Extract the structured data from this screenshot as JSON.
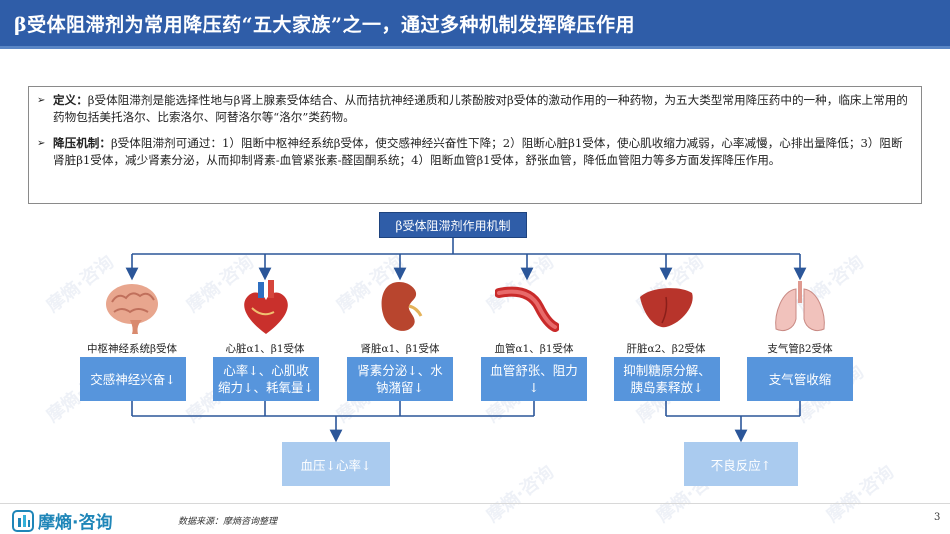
{
  "header": {
    "title": "β受体阻滞剂为常用降压药“五大家族”之一，通过多种机制发挥降压作用"
  },
  "definition": {
    "items": [
      {
        "label": "定义：",
        "text": "β受体阻滞剂是能选择性地与β肾上腺素受体结合、从而拮抗神经递质和儿茶酚胺对β受体的激动作用的一种药物，为五大类型常用降压药中的一种，临床上常用的药物包括美托洛尔、比索洛尔、阿替洛尔等“洛尔”类药物。"
      },
      {
        "label": "降压机制：",
        "text": "β受体阻滞剂可通过：1）阻断中枢神经系统β受体，使交感神经兴奋性下降；2）阻断心脏β1受体，使心肌收缩力减弱，心率减慢，心排出量降低；3）阻断肾脏β1受体，减少肾素分泌，从而抑制肾素-血管紧张素-醛固酮系统；4）阻断血管β1受体，舒张血管，降低血管阻力等多方面发挥降压作用。"
      }
    ]
  },
  "diagram": {
    "title": "β受体阻滞剂作用机制",
    "columns": [
      {
        "receptor": "中枢神经系统β受体",
        "organ_icon": "brain-icon",
        "effect": [
          "交感神经兴奋↓"
        ]
      },
      {
        "receptor": "心脏α1、β1受体",
        "organ_icon": "heart-icon",
        "effect": [
          "心率↓、心肌收",
          "缩力↓、耗氧量↓"
        ]
      },
      {
        "receptor": "肾脏α1、β1受体",
        "organ_icon": "kidney-icon",
        "effect": [
          "肾素分泌↓、水",
          "钠潴留↓"
        ]
      },
      {
        "receptor": "血管α1、β1受体",
        "organ_icon": "blood-vessel-icon",
        "effect": [
          "血管舒张、阻力",
          "↓"
        ]
      },
      {
        "receptor": "肝脏α2、β2受体",
        "organ_icon": "liver-icon",
        "effect": [
          "抑制糖原分解、",
          "胰岛素释放↓"
        ]
      },
      {
        "receptor": "支气管β2受体",
        "organ_icon": "lungs-icon",
        "effect": [
          "支气管收缩"
        ]
      }
    ],
    "results": {
      "left": "血压↓心率↓",
      "right": "不良反应↑"
    }
  },
  "footer": {
    "logo_text": "摩熵·咨询",
    "source": "数据来源：摩熵咨询整理",
    "page": "3"
  },
  "watermark": "摩熵·咨询",
  "colors": {
    "header": "#2f5da8",
    "effect_box": "#5795dc",
    "result_box": "#aacbef"
  }
}
